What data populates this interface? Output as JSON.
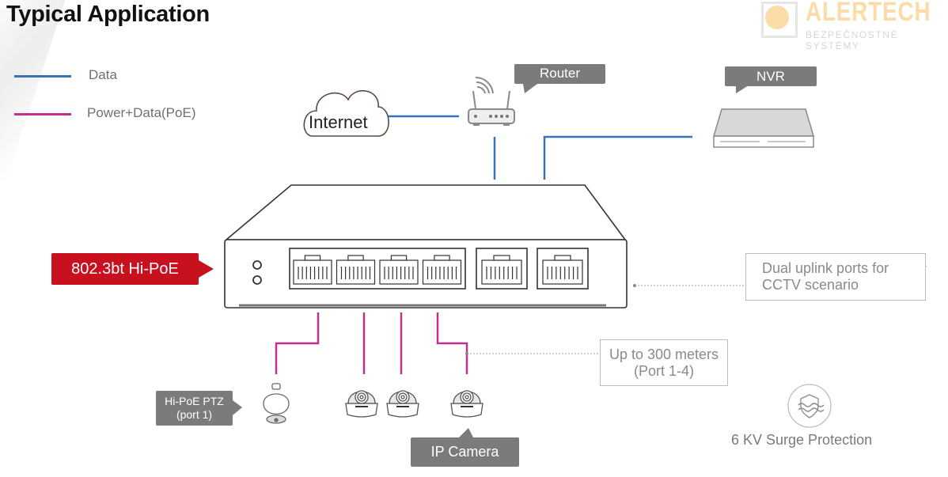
{
  "header": {
    "title": "Typical Application"
  },
  "logo": {
    "brand": "ALERTECH",
    "tagline": "BEZPEČNOSTNÉ  SYSTÉMY"
  },
  "legend": {
    "items": [
      {
        "label": "Data",
        "color": "#3a72b8"
      },
      {
        "label": "Power+Data(PoE)",
        "color": "#c0308c"
      }
    ]
  },
  "nodes": {
    "internet": {
      "label": "Internet",
      "icon": "cloud-icon"
    },
    "router": {
      "label": "Router",
      "icon": "wifi-router-icon"
    },
    "nvr": {
      "label": "NVR",
      "icon": "nvr-icon"
    },
    "switch": {
      "icon": "poe-switch-icon",
      "poe_ports": 4,
      "uplink_ports": 2
    },
    "ptz": {
      "label_line1": "Hi-PoE PTZ",
      "label_line2": "(port 1)",
      "icon": "ptz-camera-icon"
    },
    "ip_camera": {
      "label": "IP Camera",
      "icon": "dome-camera-icon",
      "count": 3
    }
  },
  "tags": {
    "hipoe": "802.3bt Hi-PoE"
  },
  "notes": {
    "uplink_line1": "Dual uplink ports for",
    "uplink_line2": "CCTV scenario",
    "distance_line1": "Up to 300 meters",
    "distance_line2": "(Port 1-4)"
  },
  "surge": {
    "label": "6 KV Surge Protection",
    "icon": "shield-wave-icon"
  },
  "colors": {
    "data": "#3a72b8",
    "poe": "#c0308c",
    "accent_red": "#c8101e",
    "callout_gray": "#7b7b7b"
  }
}
